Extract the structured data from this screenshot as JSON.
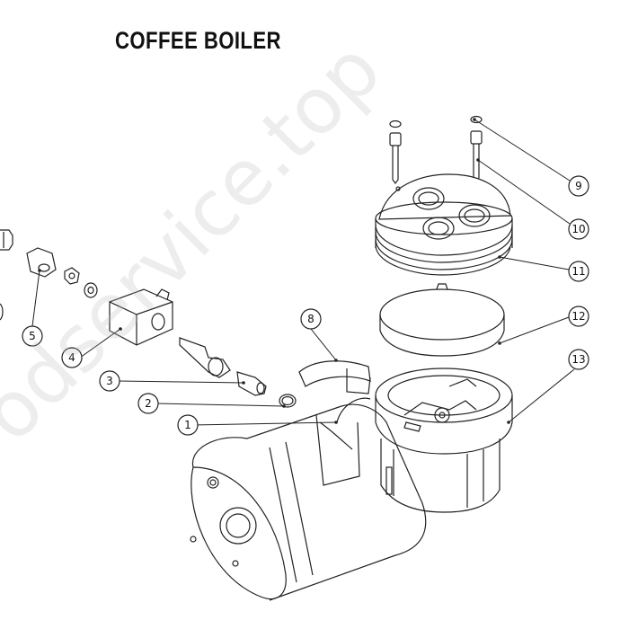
{
  "title": "COFFEE BOILER",
  "watermark": "odservice.top",
  "callouts": [
    {
      "number": "1",
      "part": "boiler-body"
    },
    {
      "number": "2",
      "part": "o-ring"
    },
    {
      "number": "3",
      "part": "fitting"
    },
    {
      "number": "4",
      "part": "solenoid-coil"
    },
    {
      "number": "5",
      "part": "nut"
    },
    {
      "number": "8",
      "part": "bracket"
    },
    {
      "number": "9",
      "part": "cap"
    },
    {
      "number": "10",
      "part": "screw"
    },
    {
      "number": "11",
      "part": "boiler-cover"
    },
    {
      "number": "12",
      "part": "gasket-ring"
    },
    {
      "number": "13",
      "part": "heating-flange"
    }
  ],
  "colors": {
    "line": "#222222",
    "background": "#ffffff",
    "watermark": "#bebebe"
  }
}
